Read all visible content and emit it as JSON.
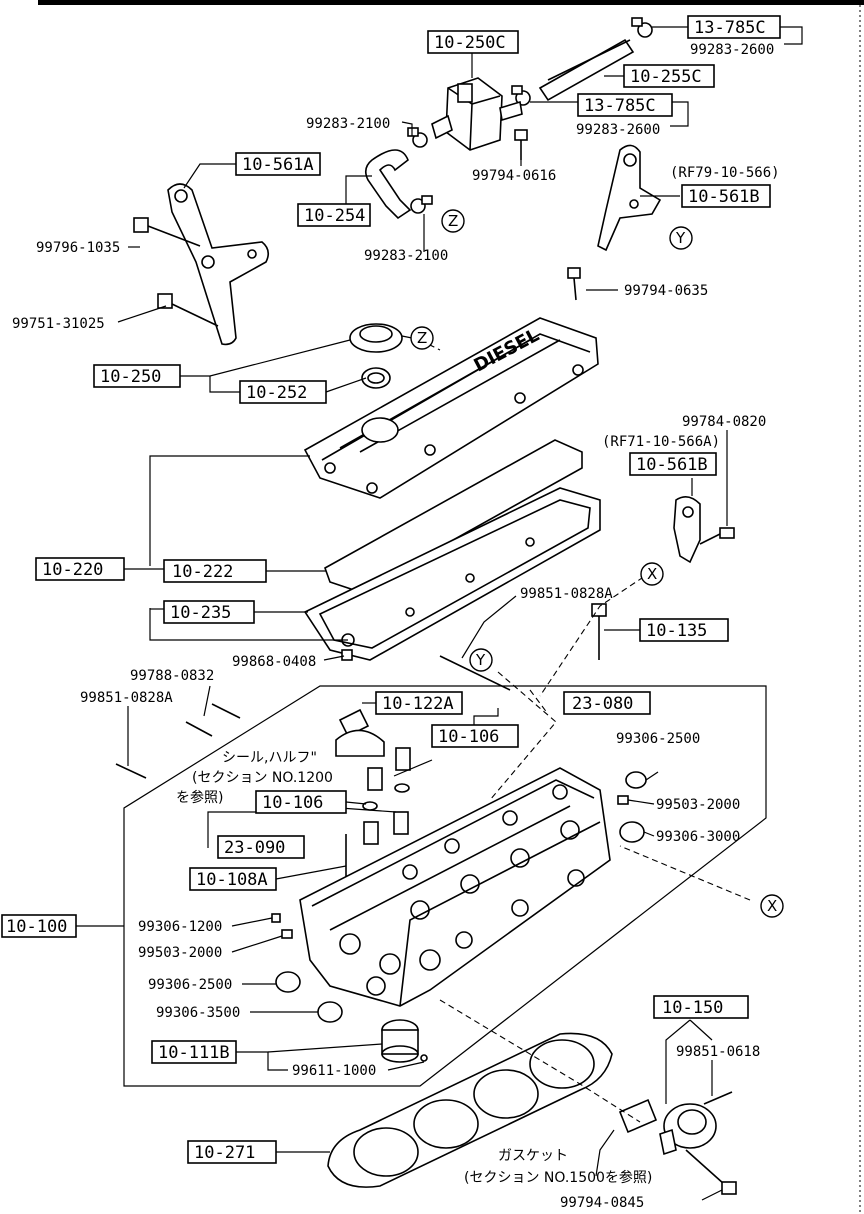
{
  "boxed_labels": {
    "b_13_785C_top": "13-785C",
    "b_10_250C": "10-250C",
    "b_10_255C": "10-255C",
    "b_13_785C_mid": "13-785C",
    "b_10_561A": "10-561A",
    "b_10_254": "10-254",
    "b_10_561B_top": "10-561B",
    "b_10_250": "10-250",
    "b_10_252": "10-252",
    "b_10_561B_mid": "10-561B",
    "b_10_220": "10-220",
    "b_10_222": "10-222",
    "b_10_235": "10-235",
    "b_10_135": "10-135",
    "b_10_122A": "10-122A",
    "b_23_080": "23-080",
    "b_10_106_a": "10-106",
    "b_10_106_b": "10-106",
    "b_23_090": "23-090",
    "b_10_108A": "10-108A",
    "b_10_100": "10-100",
    "b_10_111B": "10-111B",
    "b_10_150": "10-150",
    "b_10_271": "10-271"
  },
  "part_numbers": {
    "p_99283_2600_a": "99283-2600",
    "p_99283_2600_b": "99283-2600",
    "p_99283_2100_a": "99283-2100",
    "p_99794_0616": "99794-0616",
    "p_99283_2100_b": "99283-2100",
    "p_99796_1035": "99796-1035",
    "p_99751_31025": "99751-31025",
    "p_99794_0635": "99794-0635",
    "p_rf79": "(RF79-10-566)",
    "p_99784_0820": "99784-0820",
    "p_rf71": "(RF71-10-566A)",
    "p_99851_0828A_a": "99851-0828A",
    "p_99868_0408": "99868-0408",
    "p_99788_0832": "99788-0832",
    "p_99851_0828A_b": "99851-0828A",
    "p_99306_2500_a": "99306-2500",
    "p_99503_2000_a": "99503-2000",
    "p_99306_3000": "99306-3000",
    "p_99306_1200": "99306-1200",
    "p_99503_2000_b": "99503-2000",
    "p_99306_2500_b": "99306-2500",
    "p_99306_3500": "99306-3500",
    "p_99611_1000": "99611-1000",
    "p_99851_0618": "99851-0618",
    "p_99794_0845": "99794-0845"
  },
  "notes": {
    "seal_line1": "シール,ハルフ\"",
    "seal_line2": "(セクション NO.1200",
    "seal_line3": "を参照)",
    "gasket_line1": "ガスケット",
    "gasket_line2": "(セクション NO.1500を参照)",
    "engraving": "DIESEL"
  },
  "markers": {
    "z1": "Z",
    "z2": "Z",
    "y1": "Y",
    "y2": "Y",
    "x1": "X",
    "x2": "X"
  }
}
